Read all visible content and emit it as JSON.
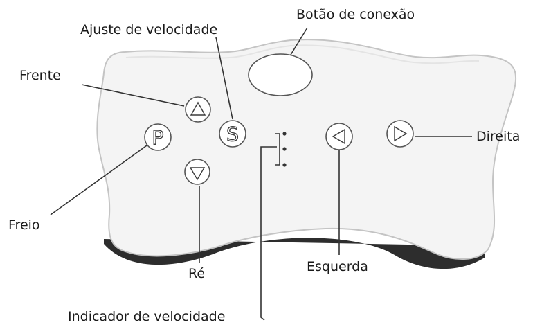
{
  "labels": {
    "connection_button": "Botão de conexão",
    "speed_adjust": "Ajuste de velocidade",
    "forward": "Frente",
    "right": "Direita",
    "brake": "Freio",
    "reverse": "Ré",
    "left": "Esquerda",
    "speed_indicator": "Indicador de velocidade"
  },
  "button_glyphs": {
    "brake": "P",
    "speed": "S"
  },
  "icons": {
    "forward": "triangle-up-icon",
    "reverse": "triangle-down-icon",
    "left": "triangle-left-icon",
    "right": "triangle-right-icon"
  },
  "colors": {
    "remote_body": "#f4f4f4",
    "remote_outline": "#c4c4c4",
    "remote_base_shadow": "#2d2d2d",
    "button_fill": "#ffffff",
    "button_stroke": "#555555",
    "leader_line": "#333333",
    "text": "#1a1a1a"
  }
}
